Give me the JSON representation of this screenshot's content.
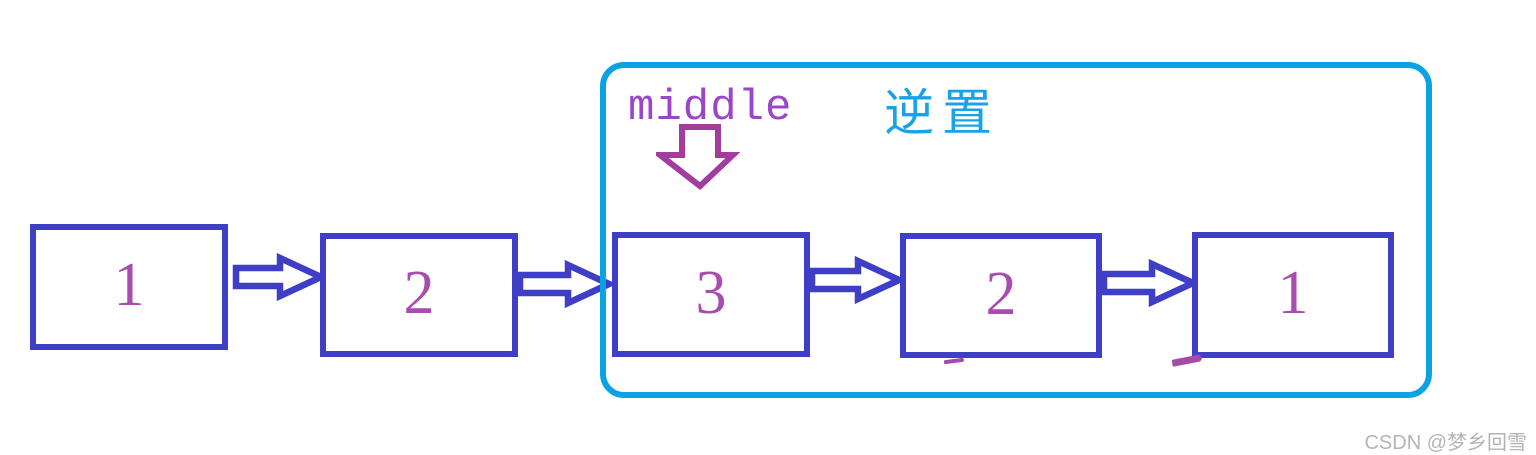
{
  "diagram": {
    "title_semantic": "singly linked list with middle pointer and reversed second half",
    "nodes": [
      "1",
      "2",
      "3",
      "2",
      "1"
    ],
    "pointer_label": "middle",
    "region_label": "逆置"
  },
  "icons": {
    "next_pointer": "arrow-right-icon",
    "middle_pointer": "arrow-down-icon"
  },
  "watermark": "CSDN @梦乡回雪",
  "colors": {
    "node_border": "#3e3ec6",
    "node_text": "#a84cb0",
    "arrow": "#3e3ec6",
    "pointer": "#9b45c9",
    "pointer_arrow": "#a23c9e",
    "region_border": "#0ba2e4",
    "region_label": "#18a2e8",
    "pen_mark": "#a44aa8",
    "watermark": "#b4b4b4"
  }
}
